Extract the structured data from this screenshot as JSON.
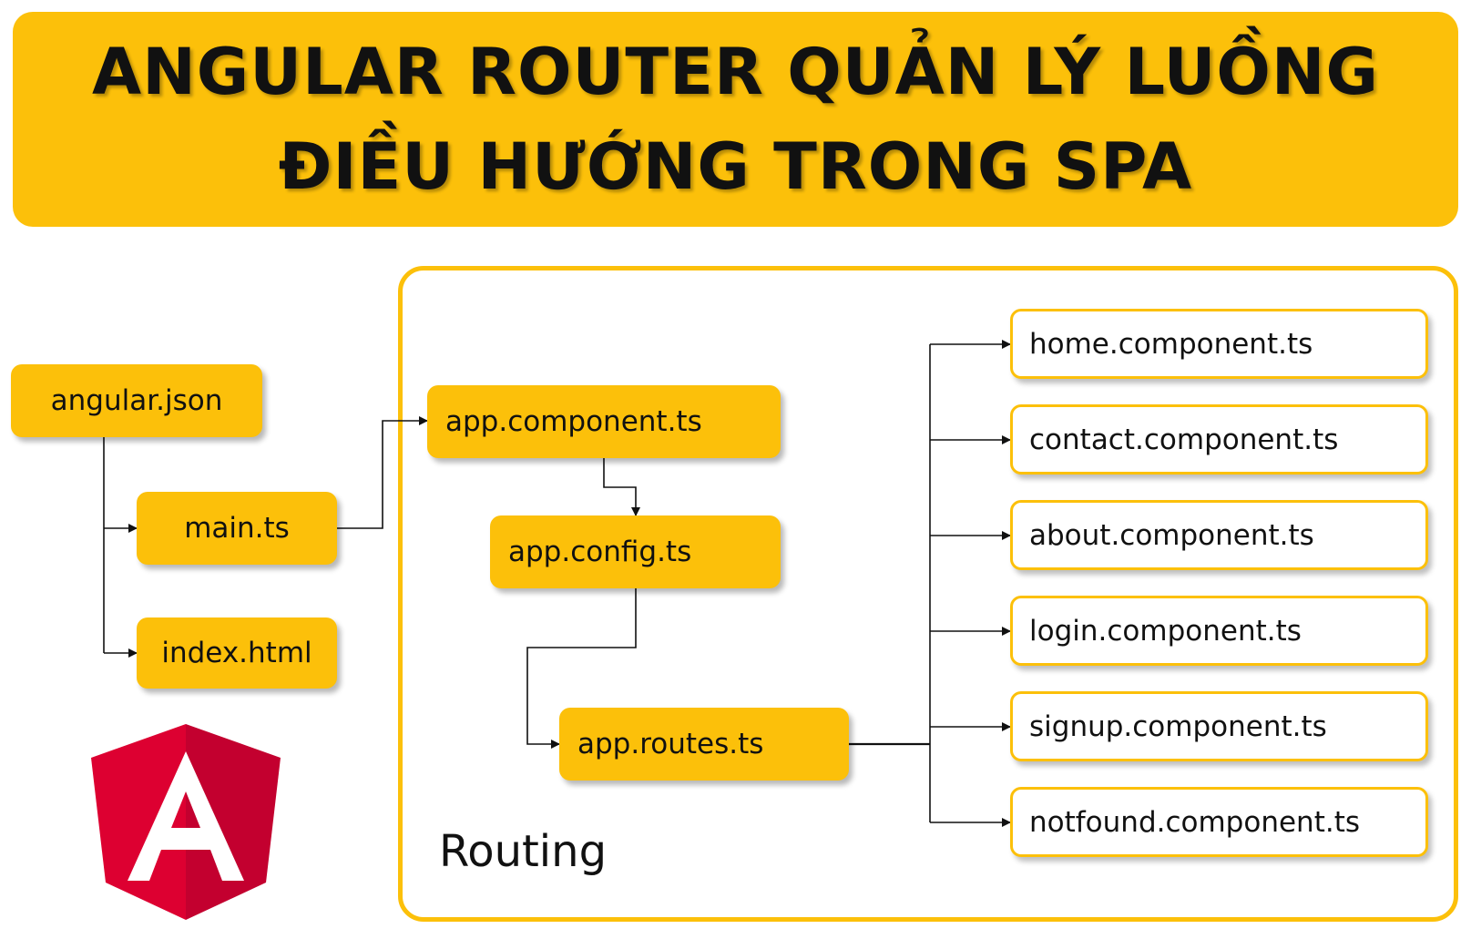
{
  "title": {
    "line1": "ANGULAR ROUTER QUẢN LÝ LUỒNG",
    "line2": "ĐIỀU HƯỚNG TRONG SPA"
  },
  "left_files": {
    "angular_json": "angular.json",
    "main_ts": "main.ts",
    "index_html": "index.html"
  },
  "routing": {
    "label": "Routing",
    "app_component": "app.component.ts",
    "app_config": "app.config.ts",
    "app_routes": "app.routes.ts",
    "components": [
      "home.component.ts",
      "contact.component.ts",
      "about.component.ts",
      "login.component.ts",
      "signup.component.ts",
      "notfound.component.ts"
    ]
  },
  "logo": {
    "icon": "angular-logo-icon",
    "colors": {
      "left": "#dd0031",
      "right": "#c3002f",
      "letter": "#ffffff"
    }
  },
  "colors": {
    "accent": "#fcc00a",
    "text": "#111111",
    "background": "#ffffff"
  }
}
